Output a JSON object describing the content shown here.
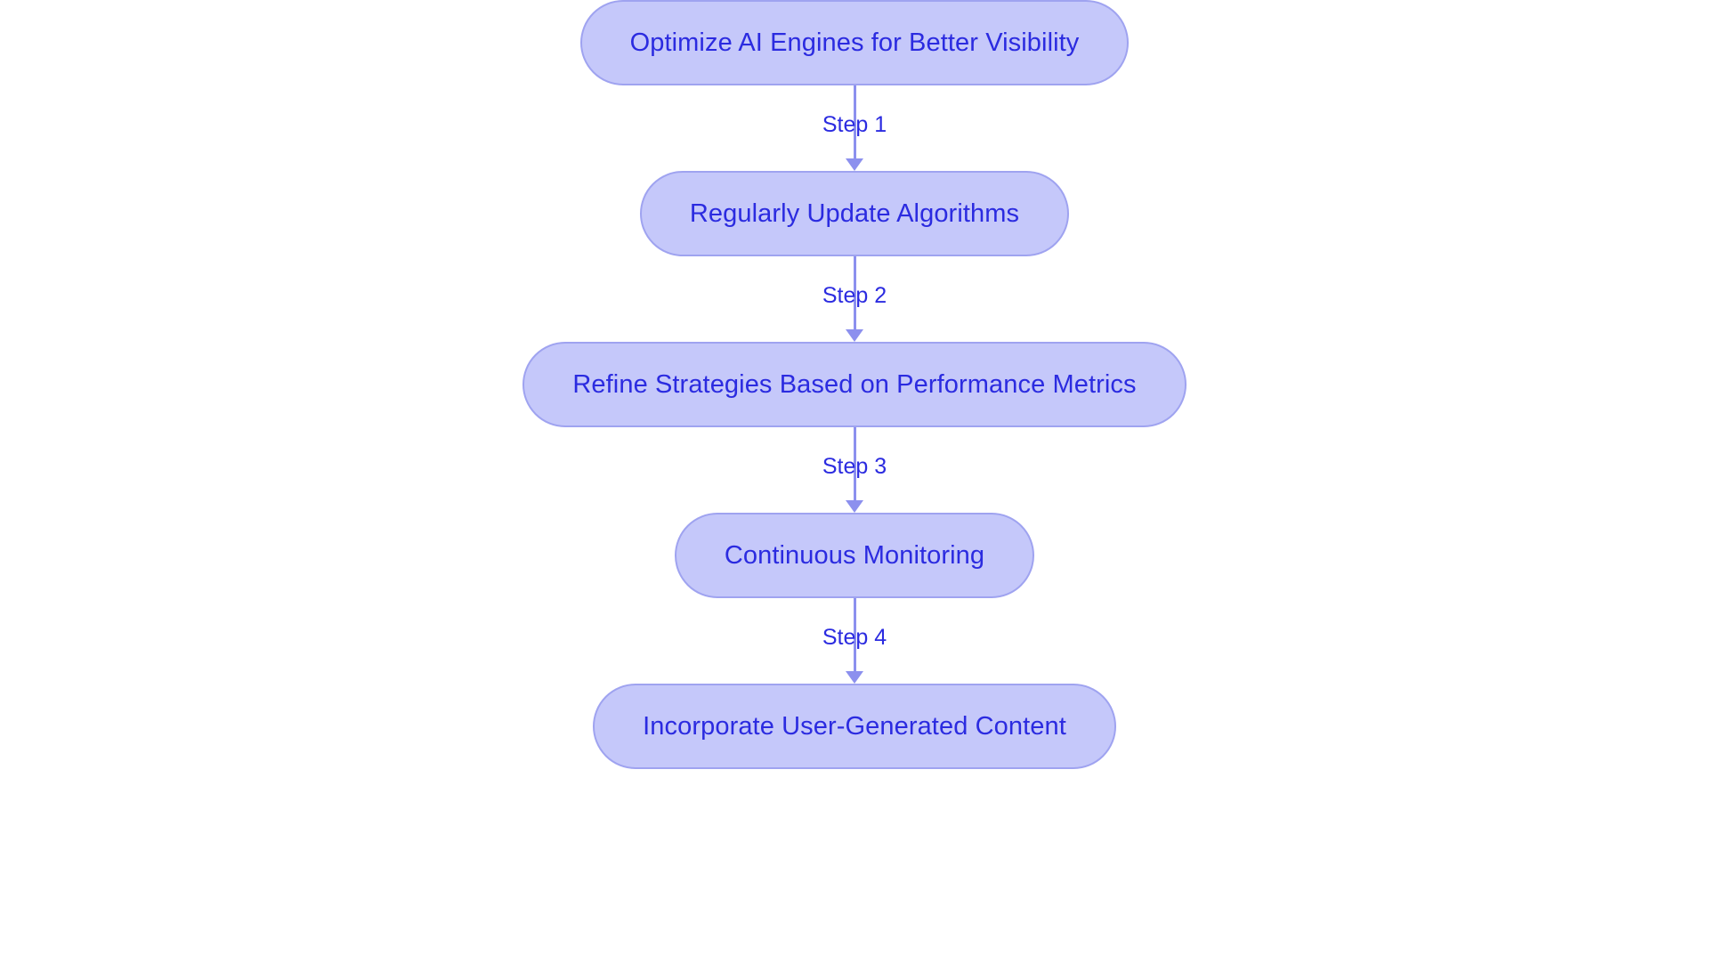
{
  "diagram": {
    "title": "Optimize AI Engines for Better Visibility Process",
    "type": "flowchart",
    "direction": "top-to-bottom",
    "colors": {
      "background": "#ffffff",
      "node_fill": "#c5c8fa",
      "node_border": "#9fa3f0",
      "node_text": "#2b2be0",
      "edge": "#8c90ee",
      "edge_label_text": "#2b2be0"
    },
    "nodes": [
      {
        "id": "n1",
        "label": "Optimize AI Engines for Better Visibility",
        "shape": "stadium"
      },
      {
        "id": "n2",
        "label": "Regularly Update Algorithms",
        "shape": "stadium"
      },
      {
        "id": "n3",
        "label": "Refine Strategies Based on Performance Metrics",
        "shape": "stadium"
      },
      {
        "id": "n4",
        "label": "Continuous Monitoring",
        "shape": "stadium"
      },
      {
        "id": "n5",
        "label": "Incorporate User-Generated Content",
        "shape": "stadium"
      }
    ],
    "edges": [
      {
        "id": "e1",
        "from": "n1",
        "to": "n2",
        "label": "Step 1",
        "arrow": "down"
      },
      {
        "id": "e2",
        "from": "n2",
        "to": "n3",
        "label": "Step 2",
        "arrow": "down"
      },
      {
        "id": "e3",
        "from": "n3",
        "to": "n4",
        "label": "Step 3",
        "arrow": "down"
      },
      {
        "id": "e4",
        "from": "n4",
        "to": "n5",
        "label": "Step 4",
        "arrow": "down"
      }
    ]
  }
}
